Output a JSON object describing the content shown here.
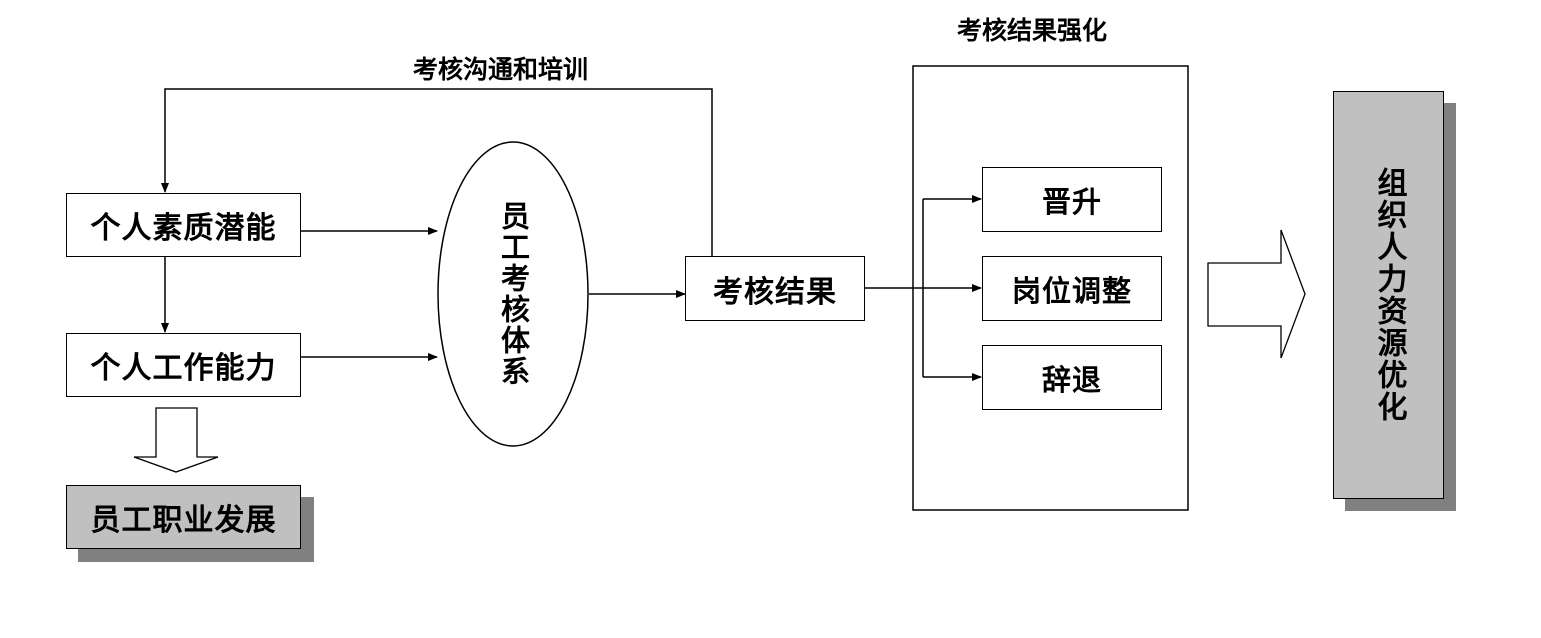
{
  "labels": {
    "feedback_loop": "考核沟通和培训",
    "reinforcement_title": "考核结果强化"
  },
  "nodes": {
    "personal_potential": "个人素质潜能",
    "work_ability": "个人工作能力",
    "career_development": "员工职业发展",
    "evaluation_system": "员工考核体系",
    "evaluation_result": "考核结果",
    "promotion": "晋升",
    "position_adjustment": "岗位调整",
    "dismissal": "辞退",
    "hr_optimization": "组织人力资源优化"
  },
  "colors": {
    "line": "#000000",
    "gray_fill": "#c0c0c0",
    "shadow": "#808080"
  }
}
